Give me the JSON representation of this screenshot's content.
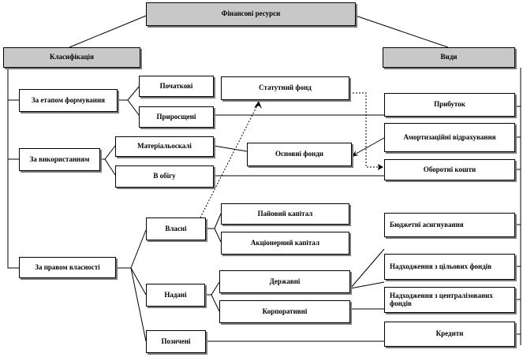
{
  "title": "Фінансові ресурси",
  "headers": {
    "classification": "Класифікація",
    "types": "Види"
  },
  "groups": {
    "by_stage": "За етапом формування",
    "by_use": "За використанням",
    "by_ownership": "За правом власності"
  },
  "stage_items": {
    "initial": "Початкові",
    "incremented": "Приросщені"
  },
  "use_items": {
    "intangible": "Матеріальоскалі",
    "in_circulation": "В обігу"
  },
  "ownership_items": {
    "own": "Власні",
    "attracted": "Надані",
    "borrowed": "Позичені"
  },
  "funds": {
    "statutory": "Статутний фонд",
    "fixed": "Основні фонди"
  },
  "capital": {
    "share": "Пайовий капітал",
    "joint_stock": "Акціонерний капітал"
  },
  "attracted_sub": {
    "state": "Державні",
    "corporate": "Корпоративні"
  },
  "types_items": {
    "profit": "Прибуток",
    "amortization": "Амортизаційні відрахування",
    "working_capital": "Оборотні кошти",
    "budget": "Бюджетні асигнування",
    "from_target": "Надходження з цільових фондів",
    "from_centralized": "Надходження з централізованих фондів",
    "credits": "Кредити"
  }
}
